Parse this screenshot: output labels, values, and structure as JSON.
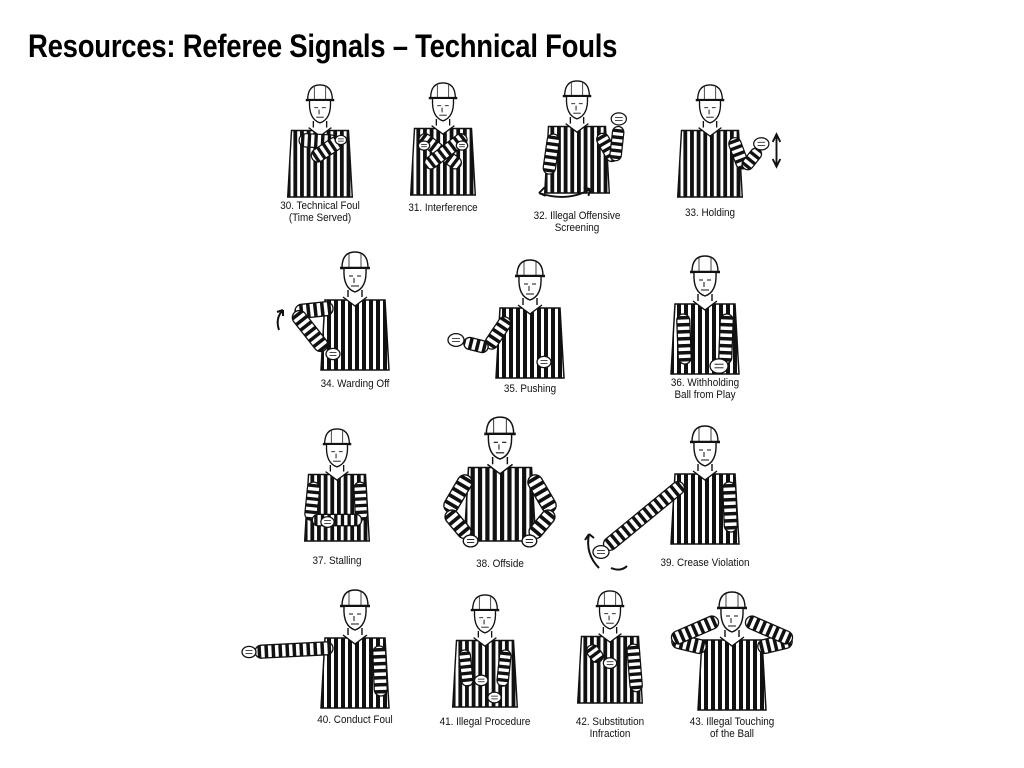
{
  "title": "Resources: Referee Signals – Technical Fouls",
  "signals": [
    {
      "line1": "30. Technical Foul",
      "line2": "(Time Served)"
    },
    {
      "line1": "31. Interference",
      "line2": ""
    },
    {
      "line1": "32. Illegal Offensive",
      "line2": "Screening"
    },
    {
      "line1": "33. Holding",
      "line2": ""
    },
    {
      "line1": "34. Warding Off",
      "line2": ""
    },
    {
      "line1": "35. Pushing",
      "line2": ""
    },
    {
      "line1": "36. Withholding",
      "line2": "Ball from Play"
    },
    {
      "line1": "37. Stalling",
      "line2": ""
    },
    {
      "line1": "38. Offside",
      "line2": ""
    },
    {
      "line1": "39. Crease Violation",
      "line2": ""
    },
    {
      "line1": "40. Conduct Foul",
      "line2": ""
    },
    {
      "line1": "41. Illegal Procedure",
      "line2": ""
    },
    {
      "line1": "42. Substitution",
      "line2": "Infraction"
    },
    {
      "line1": "43. Illegal Touching",
      "line2": "of the Ball"
    }
  ]
}
